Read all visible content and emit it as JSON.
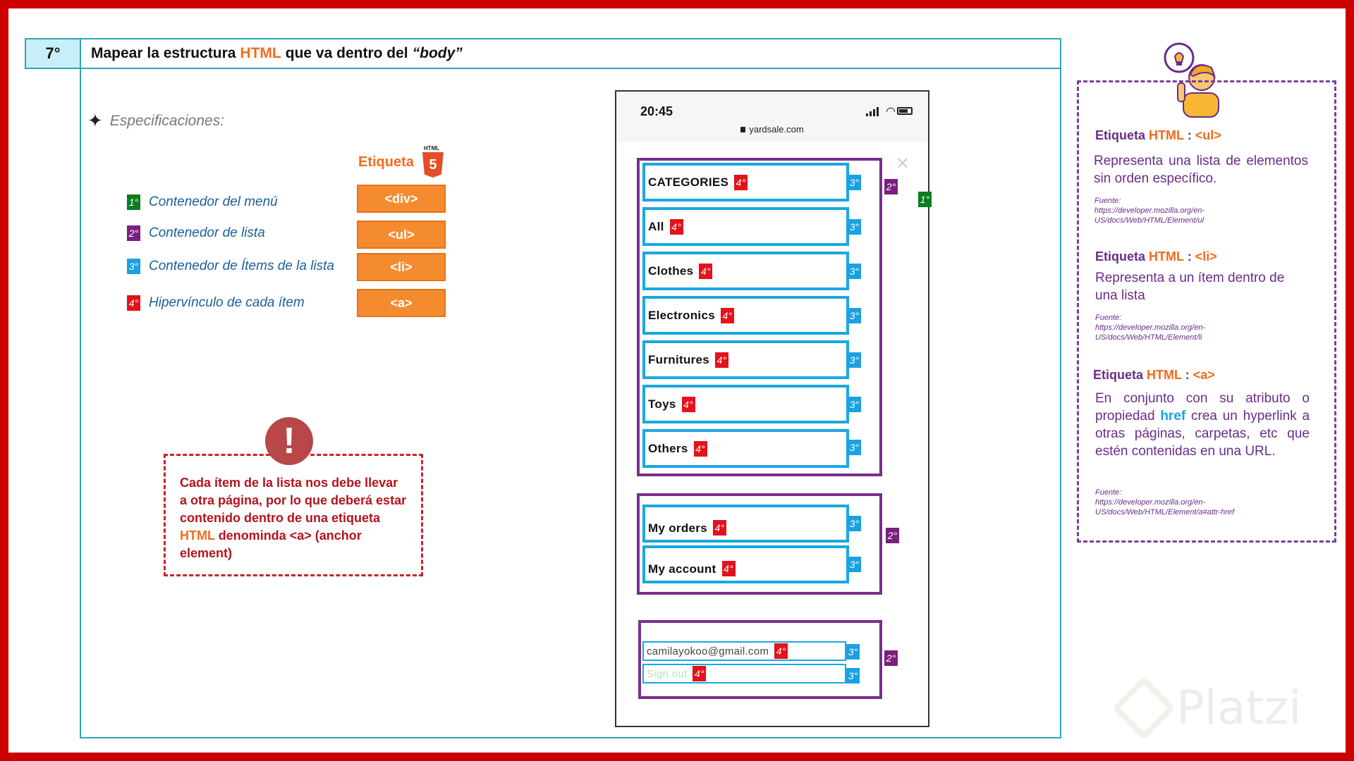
{
  "header": {
    "step": "7°",
    "title_prefix": "Mapear la estructura",
    "title_highlight": "HTML",
    "title_middle": "que va dentro del",
    "title_italic": "“body”"
  },
  "specs": {
    "heading": "Especificaciones:",
    "etiqueta_label": "Etiqueta",
    "html5_label": "HTML",
    "html5_digit": "5",
    "items": [
      {
        "badge": "1°",
        "label": "Contenedor del menú",
        "tag": "<div>"
      },
      {
        "badge": "2°",
        "label": "Contenedor de lista",
        "tag": "<ul>"
      },
      {
        "badge": "3°",
        "label": "Contenedor de Ítems de la lista",
        "tag": "<li>"
      },
      {
        "badge": "4°",
        "label": "Hipervínculo de cada ítem",
        "tag": "<a>"
      }
    ]
  },
  "warning": {
    "icon": "!",
    "text_part1": "Cada ítem de la lista nos debe llevar a otra página, por lo que deberá estar contenido dentro de una etiqueta",
    "highlight": "HTML",
    "text_part2": "denominda <a> (anchor element)"
  },
  "phone": {
    "time": "20:45",
    "url": "yardsale.com",
    "close": "✕",
    "wifi": "◠",
    "menu_badge": "1°",
    "list_badge": "2°",
    "item_badge": "3°",
    "link_badge": "4°",
    "categories": [
      "CATEGORIES",
      "All",
      "Clothes",
      "Electronics",
      "Furnitures",
      "Toys",
      "Others"
    ],
    "account": [
      "My orders",
      "My account"
    ],
    "footer": [
      "camilayokoo@gmail.com",
      "Sign out"
    ]
  },
  "info": {
    "blocks": [
      {
        "title_prefix": "Etiqueta",
        "title_html": "HTML",
        "title_sep": ":",
        "title_tag": "<ul>",
        "text": "Representa una lista de elementos sin orden específico.",
        "source_label": "Fuente:",
        "source": "https://developer.mozilla.org/en-US/docs/Web/HTML/Element/ul"
      },
      {
        "title_prefix": "Etiqueta",
        "title_html": "HTML",
        "title_sep": ":",
        "title_tag": "<li>",
        "text": "Representa a un ítem dentro de una lista",
        "source_label": "Fuente:",
        "source": "https://developer.mozilla.org/en-US/docs/Web/HTML/Element/li"
      },
      {
        "title_prefix": "Etiqueta",
        "title_html": "HTML",
        "title_sep": ":",
        "title_tag": "<a>",
        "text_part1": "En conjunto con su atributo o propiedad",
        "text_highlight": "href",
        "text_part2": "crea un hyperlink a otras páginas, carpetas, etc que estén contenidas en una URL.",
        "source_label": "Fuente:",
        "source": "https://developer.mozilla.org/en-US/docs/Web/HTML/Element/a#attr-href"
      }
    ]
  },
  "brand": {
    "name": "Platzi"
  },
  "colors": {
    "frame": "#cc0000",
    "accent_orange": "#f26b1d",
    "purple": "#7a2e8e",
    "blue": "#1aa8e0",
    "red_badge": "#e3121b",
    "green_badge": "#0c7d20"
  }
}
